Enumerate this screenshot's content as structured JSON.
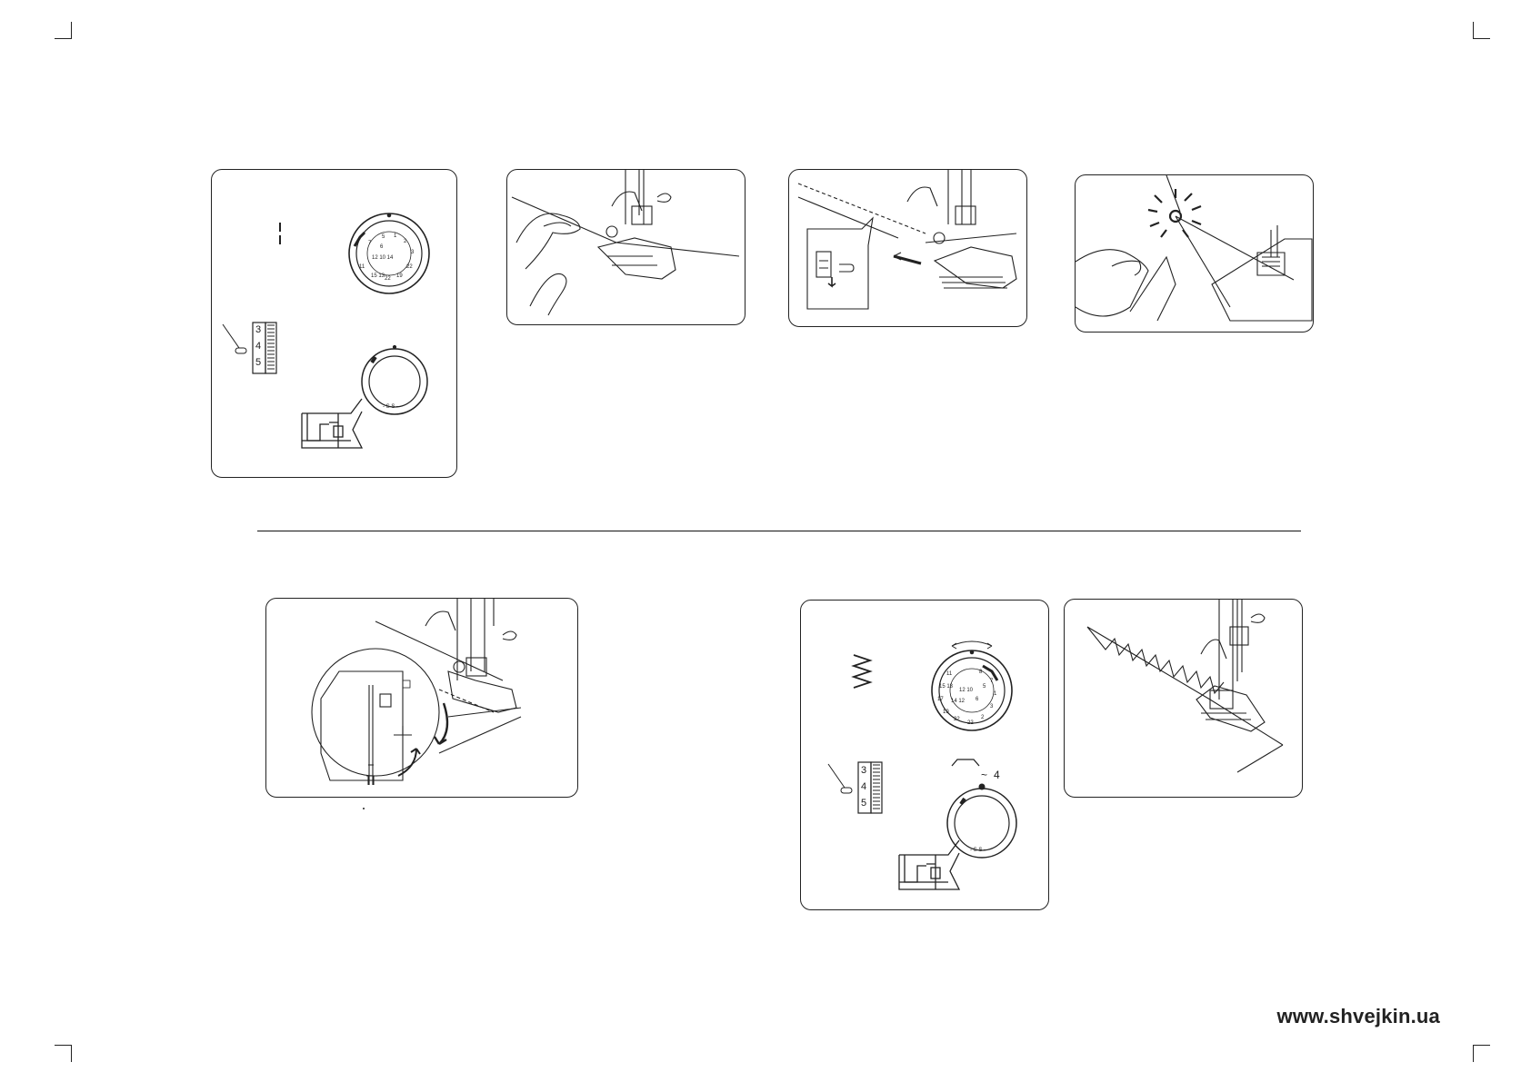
{
  "footer": {
    "website": "www.shvejkin.ua"
  },
  "panels": {
    "straight_settings": {
      "width_scale": [
        "3",
        "4",
        "5"
      ]
    },
    "zigzag_settings": {
      "width_scale": [
        "3",
        "4",
        "5"
      ],
      "length_hint_symbol": "~",
      "length_hint_value": "4"
    }
  },
  "icons": [
    "crop-mark-icon",
    "straight-stitch-icon",
    "zigzag-stitch-icon",
    "stitch-dial-icon",
    "length-dial-icon",
    "presser-foot-icon",
    "sewing-machine-foot-icon",
    "hand-icon",
    "reverse-lever-icon",
    "thread-cut-icon"
  ]
}
